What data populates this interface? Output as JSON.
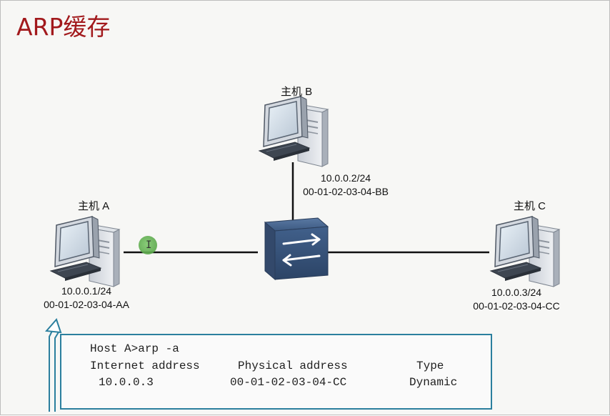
{
  "slide": {
    "title": "ARP缓存"
  },
  "hosts": {
    "a": {
      "name": "主机 A",
      "ip": "10.0.0.1/24",
      "mac": "00-01-02-03-04-AA"
    },
    "b": {
      "name": "主机 B",
      "ip": "10.0.0.2/24",
      "mac": "00-01-02-03-04-BB"
    },
    "c": {
      "name": "主机 C",
      "ip": "10.0.0.3/24",
      "mac": "00-01-02-03-04-CC"
    }
  },
  "console": {
    "command": "Host A>arp -a",
    "headers": [
      "Internet address",
      "Physical address",
      "Type"
    ],
    "rows": [
      {
        "ip": "10.0.0.3",
        "mac": "00-01-02-03-04-CC",
        "type": "Dynamic"
      }
    ]
  },
  "icons": [
    "computer-icon",
    "switch-icon",
    "text-cursor-icon",
    "callout-arrow-icon"
  ],
  "colors": {
    "title": "#a2191c",
    "console_border": "#2b7f9e",
    "link": "#111111",
    "switch": "#3f5a80",
    "cursor_highlight": "#6bb85a"
  }
}
